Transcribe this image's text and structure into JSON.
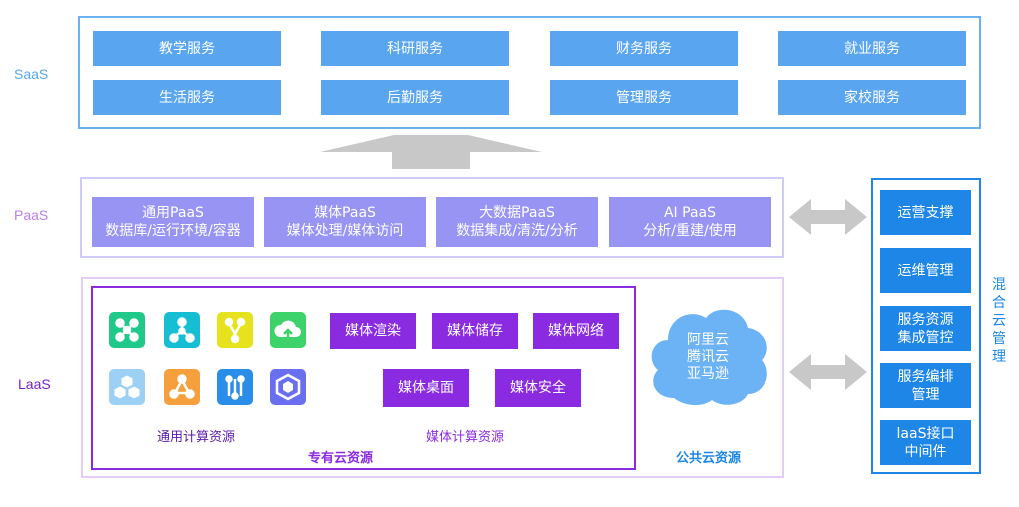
{
  "saas": {
    "label": "SaaS",
    "services": [
      "教学服务",
      "科研服务",
      "财务服务",
      "就业服务",
      "生活服务",
      "后勤服务",
      "管理服务",
      "家校服务"
    ]
  },
  "paas": {
    "label": "PaaS",
    "blocks": [
      {
        "title": "通用PaaS",
        "detail": "数据库/运行环境/容器"
      },
      {
        "title": "媒体PaaS",
        "detail": "媒体处理/媒体访问"
      },
      {
        "title": "大数据PaaS",
        "detail": "数据集成/清洗/分析"
      },
      {
        "title": "AI PaaS",
        "detail": "分析/重建/使用"
      }
    ]
  },
  "laas": {
    "label": "LaaS",
    "private_cloud_label": "专有云资源",
    "general_compute_label": "通用计算资源",
    "media_compute_label": "媒体计算资源",
    "media_row1": [
      "媒体渲染",
      "媒体储存",
      "媒体网络"
    ],
    "media_row2": [
      "媒体桌面",
      "媒体安全"
    ],
    "public_cloud_label": "公共云资源",
    "public_clouds": [
      "阿里云",
      "腾讯云",
      "亚马逊"
    ],
    "icons": [
      "network-node-icon",
      "cluster-nodes-icon",
      "share-branch-icon",
      "cloud-upload-icon",
      "cubes-icon",
      "hub-nodes-icon",
      "git-branch-icon",
      "container-box-icon"
    ]
  },
  "mgmt": {
    "title": "混合云管理",
    "items": [
      {
        "line1": "运营支撑",
        "line2": ""
      },
      {
        "line1": "运维管理",
        "line2": ""
      },
      {
        "line1": "服务资源",
        "line2": "集成管控"
      },
      {
        "line1": "服务编排",
        "line2": "管理"
      },
      {
        "line1": "laaS接口",
        "line2": "中间件"
      }
    ]
  },
  "colors": {
    "saas_accent": "#5aa5f0",
    "paas_accent": "#9794f4",
    "laas_accent": "#8a2be2",
    "mgmt_accent": "#1e86e6",
    "arrow_gray": "#c8c8c8"
  }
}
